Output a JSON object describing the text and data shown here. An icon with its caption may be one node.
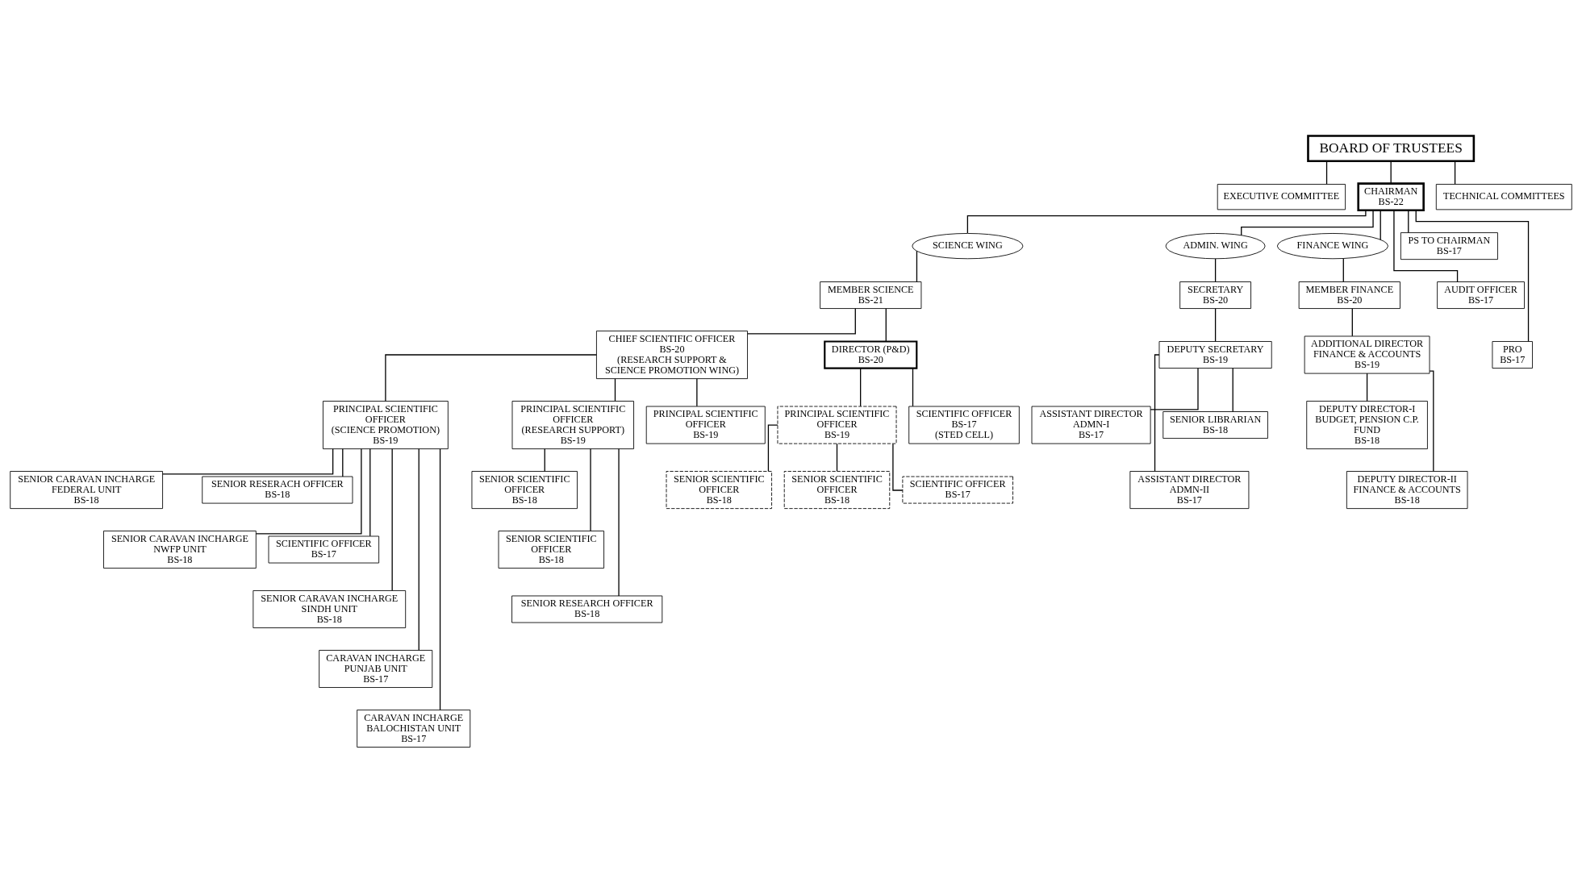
{
  "diagram": {
    "nodes": [
      {
        "text": [
          "BOARD OF TRUSTEES"
        ]
      },
      {
        "text": [
          "EXECUTIVE COMMITTEE"
        ]
      },
      {
        "text": [
          "CHAIRMAN",
          "BS-22"
        ]
      },
      {
        "text": [
          "TECHNICAL COMMITTEES"
        ]
      },
      {
        "text": [
          "SCIENCE WING"
        ]
      },
      {
        "text": [
          "ADMIN. WING"
        ]
      },
      {
        "text": [
          "FINANCE WING"
        ]
      },
      {
        "text": [
          "MEMBER SCIENCE",
          "BS-21"
        ]
      },
      {
        "text": [
          "SECRETARY",
          "BS-20"
        ]
      },
      {
        "text": [
          "MEMBER FINANCE",
          "BS-20"
        ]
      },
      {
        "text": [
          "CHIEF SCIENTIFIC OFFICER",
          "BS-20",
          "(RESEARCH SUPPORT & SCIENCE PROMOTION WING)"
        ]
      },
      {
        "text": [
          "DIRECTOR (P&D)",
          "BS-20"
        ]
      },
      {
        "text": [
          "DEPUTY SECRETARY",
          "BS-19"
        ]
      },
      {
        "text": [
          "PRINCIPAL SCIENTIFIC OFFICER",
          "(SCIENCE PROMOTION)",
          "BS-19"
        ]
      },
      {
        "text": [
          "PRINCIPAL SCIENTIFIC OFFICER",
          "(RESEARCH SUPPORT)",
          "BS-19"
        ]
      },
      {
        "text": [
          "PRINCIPAL SCIENTIFIC OFFICER",
          "BS-19"
        ]
      },
      {
        "text": [
          "ASSISTANT DIRECTOR",
          "ADMN-I",
          "BS-17"
        ]
      },
      {
        "text": [
          "SENIOR LIBRARIAN",
          "BS-18"
        ]
      },
      {
        "text": [
          "ADDITIONAL DIRECTOR FINANCE & ACCOUNTS",
          "BS-19"
        ]
      },
      {
        "text": [
          "ASSISTANT DIRECTOR",
          "ADMN-II",
          "BS-17"
        ]
      },
      {
        "text": [
          "DEPUTY DIRECTOR-I BUDGET, PENSION C.P. FUND",
          "BS-18"
        ]
      },
      {
        "text": [
          "DEPUTY DIRECTOR-II FINANCE & ACCOUNTS",
          "BS-18"
        ]
      },
      {
        "text": [
          "SENIOR CARAVAN INCHARGE",
          "FEDERAL UNIT",
          "BS-18"
        ]
      },
      {
        "text": [
          "SENIOR RESERACH OFFICER",
          "BS-18"
        ]
      },
      {
        "text": [
          "SENIOR SCIENTIFIC OFFICER",
          "BS-18"
        ]
      },
      {
        "text": [
          "SENIOR CARAVAN INCHARGE",
          "NWFP UNIT",
          "BS-18"
        ]
      },
      {
        "text": [
          "SCIENTIFIC OFFICER",
          "BS-17"
        ]
      },
      {
        "text": [
          "SENIOR SCIENTIFIC OFFICER",
          "BS-18"
        ]
      },
      {
        "text": [
          "SENIOR CARAVAN INCHARGE",
          "SINDH UNIT",
          "BS-18"
        ]
      },
      {
        "text": [
          "SENIOR RESEARCH OFFICER",
          "BS-18"
        ]
      },
      {
        "text": [
          "CARAVAN INCHARGE",
          "PUNJAB UNIT",
          "BS-17"
        ]
      },
      {
        "text": [
          "CARAVAN INCHARGE",
          "BALOCHISTAN UNIT",
          "BS-17"
        ]
      },
      {
        "text": [
          "PRINCIPAL SCIENTIFIC OFFICER",
          "BS-19"
        ]
      },
      {
        "text": [
          "SENIOR SCIENTIFIC OFFICER",
          "BS-18"
        ]
      },
      {
        "text": [
          "SENIOR SCIENTIFIC OFFICER",
          "BS-18"
        ]
      },
      {
        "text": [
          "SCIENTIFIC OFFICER",
          "BS-17"
        ]
      },
      {
        "text": [
          "SCIENTIFIC OFFICER",
          "BS-17",
          "(STED CELL)"
        ]
      },
      {
        "text": [
          "PS TO CHAIRMAN",
          "BS-17"
        ]
      },
      {
        "text": [
          "AUDIT OFFICER",
          "BS-17"
        ]
      },
      {
        "text": [
          "PRO",
          "BS-17"
        ]
      }
    ],
    "edges": [
      {
        "from": 0,
        "to": 1,
        "arrow": "none"
      },
      {
        "from": 0,
        "to": 2,
        "arrow": "none"
      },
      {
        "from": 0,
        "to": 3,
        "arrow": "none"
      },
      {
        "from": 2,
        "to": 4,
        "arrow": "none"
      },
      {
        "from": 2,
        "to": 5,
        "arrow": "none"
      },
      {
        "from": 2,
        "to": 6,
        "arrow": "none"
      },
      {
        "from": 2,
        "to": 37,
        "arrow": "none"
      },
      {
        "from": 2,
        "to": 38,
        "arrow": "none"
      },
      {
        "from": 2,
        "to": 39,
        "arrow": "none"
      },
      {
        "from": 4,
        "to": 7,
        "arrow": "none"
      },
      {
        "from": 5,
        "to": 8,
        "arrow": "none"
      },
      {
        "from": 6,
        "to": 9,
        "arrow": "none"
      },
      {
        "from": 7,
        "to": 10,
        "arrow": "none"
      },
      {
        "from": 7,
        "to": 11,
        "arrow": "none"
      },
      {
        "from": 8,
        "to": 12,
        "arrow": "none"
      },
      {
        "from": 9,
        "to": 18,
        "arrow": "none"
      },
      {
        "from": 10,
        "to": 13,
        "arrow": "none"
      },
      {
        "from": 10,
        "to": 14,
        "arrow": "none"
      },
      {
        "from": 10,
        "to": 15,
        "arrow": "none"
      },
      {
        "from": 12,
        "to": 16,
        "arrow": "none"
      },
      {
        "from": 12,
        "to": 17,
        "arrow": "none"
      },
      {
        "from": 12,
        "to": 19,
        "arrow": "none"
      },
      {
        "from": 18,
        "to": 20,
        "arrow": "none"
      },
      {
        "from": 18,
        "to": 21,
        "arrow": "none"
      },
      {
        "from": 13,
        "to": 22,
        "arrow": "none"
      },
      {
        "from": 13,
        "to": 25,
        "arrow": "none"
      },
      {
        "from": 13,
        "to": 28,
        "arrow": "none"
      },
      {
        "from": 13,
        "to": 30,
        "arrow": "none"
      },
      {
        "from": 13,
        "to": 31,
        "arrow": "none"
      },
      {
        "from": 13,
        "to": 23,
        "arrow": "none"
      },
      {
        "from": 13,
        "to": 26,
        "arrow": "none"
      },
      {
        "from": 14,
        "to": 24,
        "arrow": "none"
      },
      {
        "from": 14,
        "to": 27,
        "arrow": "none"
      },
      {
        "from": 14,
        "to": 29,
        "arrow": "none"
      },
      {
        "from": 11,
        "to": 32,
        "arrow": "none"
      },
      {
        "from": 11,
        "to": 36,
        "arrow": "none"
      },
      {
        "from": 32,
        "to": 33,
        "arrow": "none"
      },
      {
        "from": 32,
        "to": 34,
        "arrow": "none"
      },
      {
        "from": 32,
        "to": 35,
        "arrow": "none"
      }
    ]
  }
}
